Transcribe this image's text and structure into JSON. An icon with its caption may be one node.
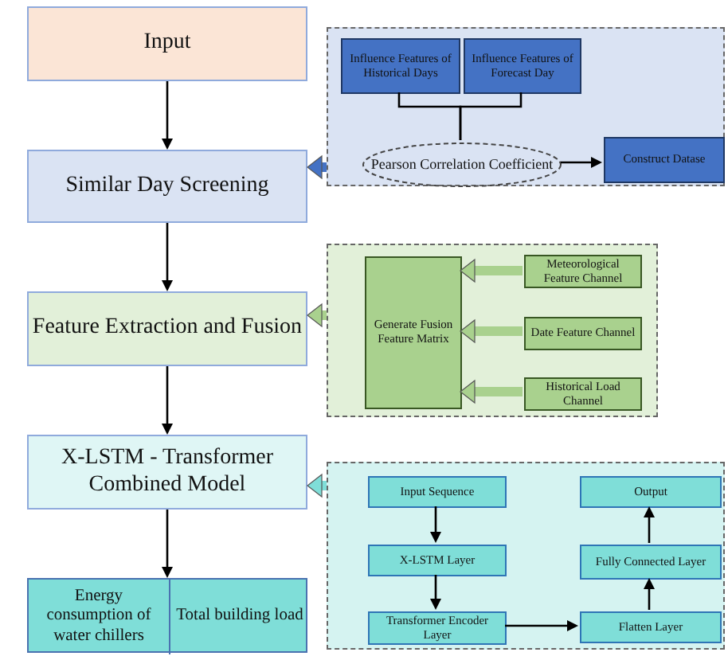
{
  "diagram": {
    "nodes": [
      {
        "text": [
          "Input"
        ]
      },
      {
        "text": [
          "Similar Day Screening"
        ]
      },
      {
        "text": [
          "Feature Extraction and Fusion"
        ]
      },
      {
        "text": [
          "X-LSTM - Transformer Combined Model"
        ]
      },
      {
        "text": [],
        "shape": "box"
      },
      {
        "text": [
          "Energy consumption of water chillers"
        ],
        "in": 4
      },
      {
        "text": [
          "Total building load"
        ],
        "in": 4
      },
      {
        "text": [],
        "shape": "box"
      },
      {
        "text": [
          "Influence Features of Historical Days"
        ],
        "in": 7
      },
      {
        "text": [
          "Influence Features of Forecast Day"
        ],
        "in": 7
      },
      {
        "text": [
          "Pearson Correlation Coefficient"
        ],
        "in": 7
      },
      {
        "text": [
          "Construct Datase"
        ],
        "in": 7
      },
      {
        "text": [],
        "shape": "box"
      },
      {
        "text": [
          "Generate Fusion Feature Matrix"
        ],
        "in": 12
      },
      {
        "text": [
          "Meteorological Feature Channel"
        ],
        "in": 12
      },
      {
        "text": [
          "Date Feature Channel"
        ],
        "in": 12
      },
      {
        "text": [
          "Historical Load Channel"
        ],
        "in": 12
      },
      {
        "text": [],
        "shape": "box"
      },
      {
        "text": [
          "Input Sequence"
        ],
        "in": 17
      },
      {
        "text": [
          "X-LSTM Layer"
        ],
        "in": 17
      },
      {
        "text": [
          "Transformer Encoder Layer"
        ],
        "in": 17
      },
      {
        "text": [
          "Flatten Layer"
        ],
        "in": 17
      },
      {
        "text": [
          "Fully Connected Layer"
        ],
        "in": 17
      },
      {
        "text": [
          "Output"
        ],
        "in": 17
      }
    ],
    "edges": [
      {
        "from": 0,
        "to": 1,
        "arrow": "to"
      },
      {
        "from": 1,
        "to": 2,
        "arrow": "to"
      },
      {
        "from": 2,
        "to": 3,
        "arrow": "to"
      },
      {
        "from": 3,
        "to": 4,
        "arrow": "to"
      },
      {
        "from": 7,
        "to": 1,
        "arrow": "to",
        "style": "thick",
        "color": "#4472c4"
      },
      {
        "from": 8,
        "to": 10,
        "arrow": "none"
      },
      {
        "from": 9,
        "to": 10,
        "arrow": "none"
      },
      {
        "from": 10,
        "to": 11,
        "arrow": "to"
      },
      {
        "from": 12,
        "to": 2,
        "arrow": "to",
        "style": "thick",
        "color": "#a9d18e"
      },
      {
        "from": 14,
        "to": 13,
        "arrow": "to",
        "style": "thick",
        "color": "#a9d18e"
      },
      {
        "from": 15,
        "to": 13,
        "arrow": "to",
        "style": "thick",
        "color": "#a9d18e"
      },
      {
        "from": 16,
        "to": 13,
        "arrow": "to",
        "style": "thick",
        "color": "#a9d18e"
      },
      {
        "from": 17,
        "to": 3,
        "arrow": "to",
        "style": "thick",
        "color": "#7fded8"
      },
      {
        "from": 18,
        "to": 19,
        "arrow": "to"
      },
      {
        "from": 19,
        "to": 20,
        "arrow": "to"
      },
      {
        "from": 20,
        "to": 21,
        "arrow": "to"
      },
      {
        "from": 21,
        "to": 22,
        "arrow": "to"
      },
      {
        "from": 22,
        "to": 23,
        "arrow": "to"
      }
    ]
  }
}
